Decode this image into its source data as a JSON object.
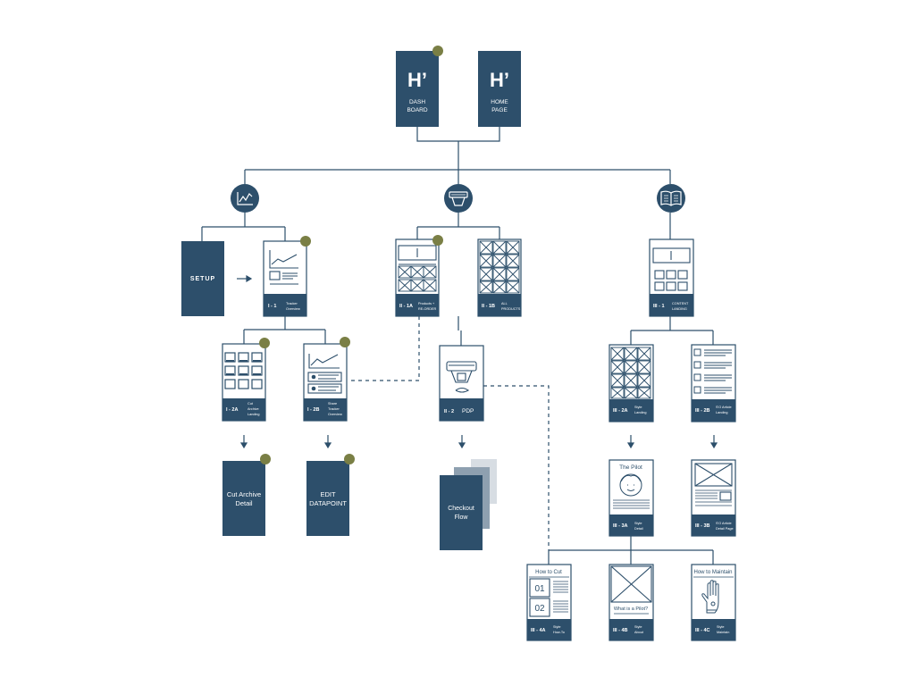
{
  "colors": {
    "primary": "#2d4f6b",
    "accent": "#7a7f45",
    "line": "#2d4f6b",
    "ghost": "#8ea0b0"
  },
  "top": {
    "dashboard": {
      "logo": "H’",
      "line1": "DASH",
      "line2": "BOARD"
    },
    "homepage": {
      "logo": "H’",
      "line1": "HOME",
      "line2": "PAGE"
    }
  },
  "categories": [
    {
      "icon": "line-chart-icon"
    },
    {
      "icon": "product-icon"
    },
    {
      "icon": "open-book-icon"
    }
  ],
  "branch1": {
    "setup": "SETUP",
    "i1": {
      "id": "I - 1",
      "line1": "Tracker",
      "line2": "Overview"
    },
    "i2a": {
      "id": "I - 2A",
      "line1": "Cut",
      "line2": "Archive",
      "line3": "Landing"
    },
    "i2b": {
      "id": "I - 2B",
      "line1": "Share",
      "line2": "Tracker",
      "line3": "Overview"
    },
    "cut_archive": {
      "line1": "Cut Archive",
      "line2": "Detail"
    },
    "edit_datapoint": {
      "line1": "EDIT",
      "line2": "DATAPOINT"
    }
  },
  "branch2": {
    "ii1a": {
      "id": "II - 1A",
      "line1": "Products +",
      "line2": "RE-ORDER"
    },
    "ii1b": {
      "id": "II - 1B",
      "line1": "ALL",
      "line2": "PRODUCTS"
    },
    "ii2": {
      "id": "II - 2",
      "label": "PDP"
    },
    "checkout": {
      "line1": "Checkout",
      "line2": "Flow"
    }
  },
  "branch3": {
    "iii1": {
      "id": "III - 1",
      "line1": "CONTENT",
      "line2": "LANDING"
    },
    "iii2a": {
      "id": "III - 2A",
      "line1": "Style",
      "line2": "Landing"
    },
    "iii2b": {
      "id": "III - 2B",
      "line1": "S'O Article",
      "line2": "Landing"
    },
    "iii3a": {
      "id": "III - 3A",
      "title": "The Pilot",
      "line1": "Style",
      "line2": "Detail"
    },
    "iii3b": {
      "id": "III - 3B",
      "line1": "S'O Article",
      "line2": "Detail Page"
    },
    "iii4a": {
      "id": "III - 4A",
      "title": "How to Cut",
      "step1": "01",
      "step2": "02",
      "line1": "Style",
      "line2": "How-To"
    },
    "iii4b": {
      "id": "III - 4B",
      "caption": "What is a Pilot?",
      "line1": "Style",
      "line2": "About"
    },
    "iii4c": {
      "id": "III - 4C",
      "title": "How to Maintain",
      "line1": "Style",
      "line2": "Maintain"
    }
  }
}
